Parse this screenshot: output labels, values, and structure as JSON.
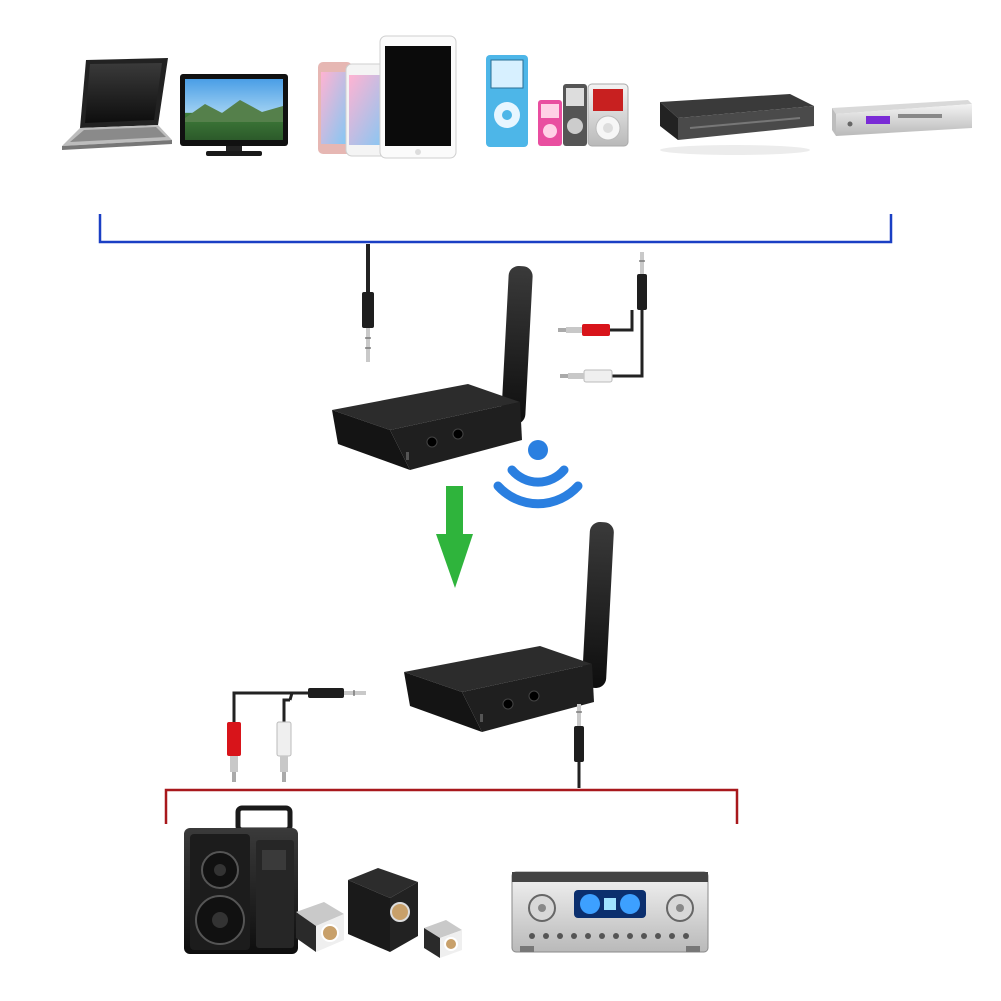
{
  "colors": {
    "background": "#ffffff",
    "source_bracket": "#1a3fc4",
    "output_bracket": "#a8181c",
    "flow_arrow": "#2fb43c",
    "wireless_signal": "#2a7fe0",
    "device_body": "#1b1b1b",
    "cable": "#222222",
    "plug_red": "#d8141a",
    "plug_white": "#efefef"
  },
  "sources": {
    "devices": [
      {
        "name": "laptop",
        "icon": "laptop-icon"
      },
      {
        "name": "tv",
        "icon": "tv-icon"
      },
      {
        "name": "phones-tablet",
        "icon": "smartphone-tablet-icon"
      },
      {
        "name": "mp3-players",
        "icon": "mp3-player-icon"
      },
      {
        "name": "dvd-player",
        "icon": "dvd-player-icon"
      },
      {
        "name": "set-top-box",
        "icon": "set-top-box-icon"
      }
    ]
  },
  "transmitter": {
    "icon": "wireless-transmitter-icon"
  },
  "receiver": {
    "icon": "wireless-receiver-icon"
  },
  "wireless": {
    "icon": "wifi-signal-icon"
  },
  "arrow": {
    "icon": "arrow-down-icon"
  },
  "outputs": {
    "devices": [
      {
        "name": "speakers",
        "icon": "speaker-icon"
      },
      {
        "name": "amplifier",
        "icon": "amplifier-icon"
      }
    ]
  }
}
